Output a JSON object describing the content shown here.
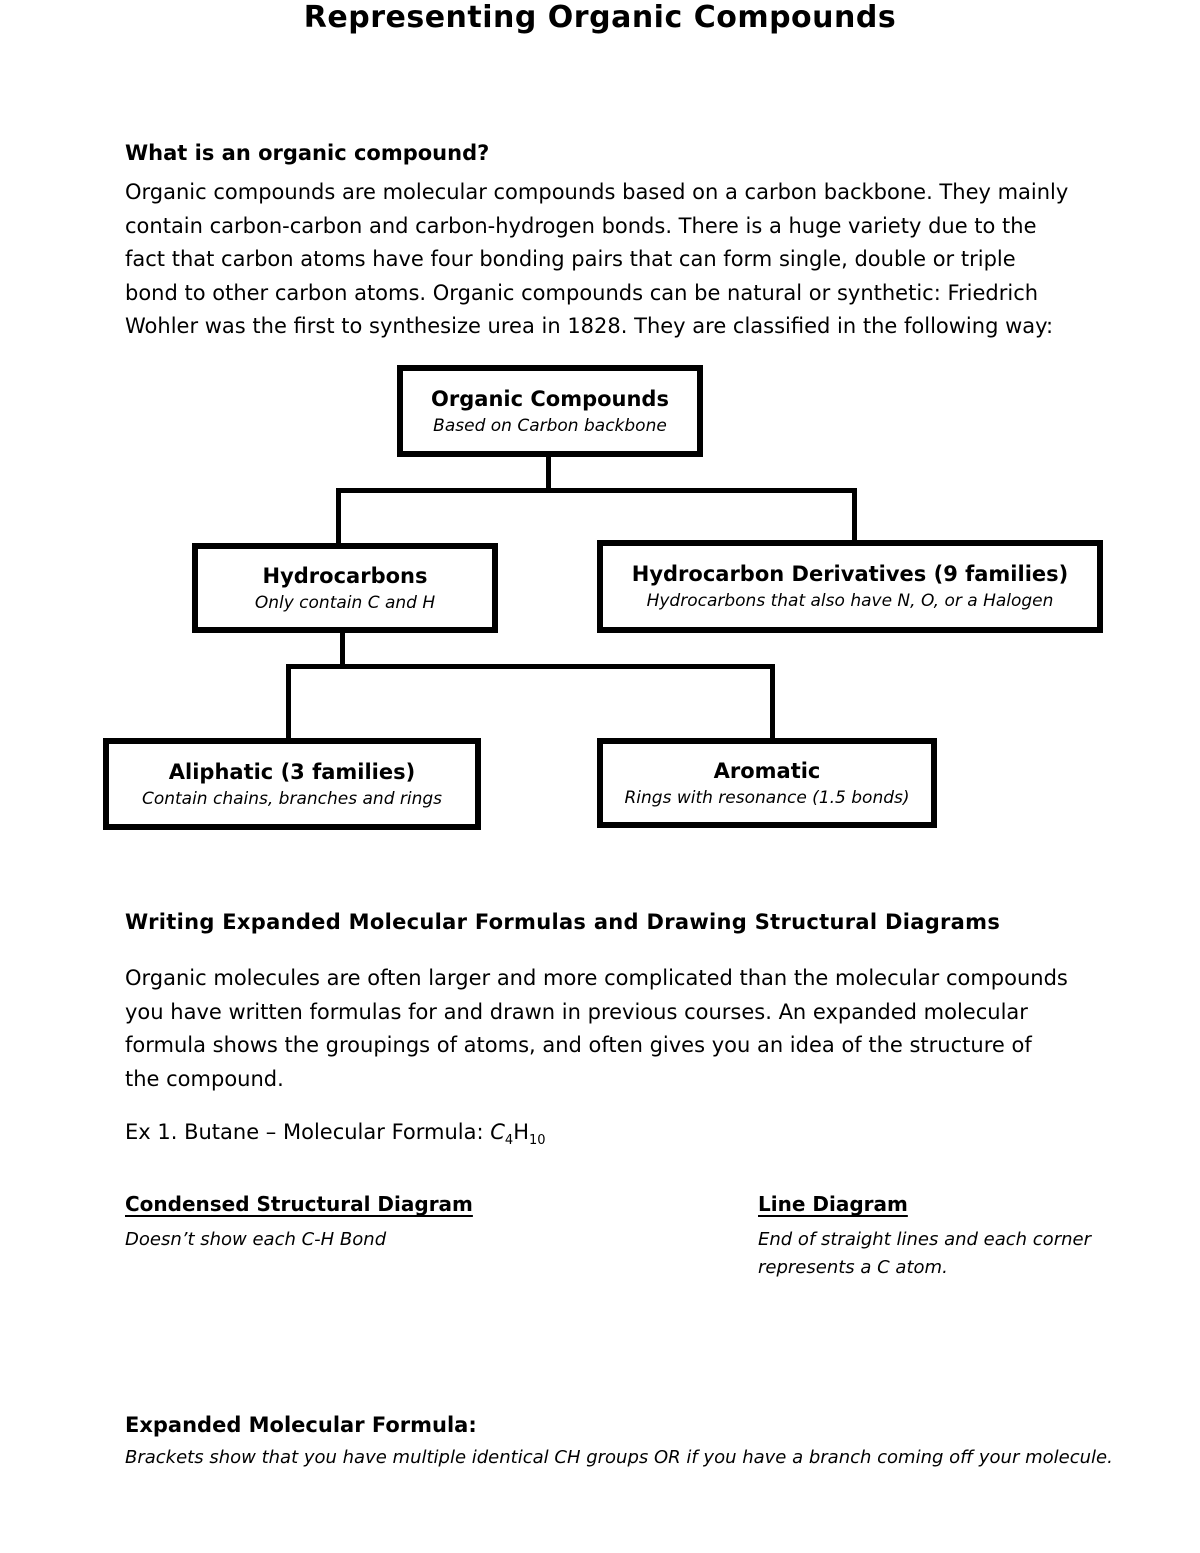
{
  "title": "Representing Organic Compounds",
  "intro": {
    "heading": "What is an organic compound?",
    "body_lines": [
      "Organic compounds are molecular compounds based on a carbon backbone. They mainly",
      "contain carbon-carbon and carbon-hydrogen bonds. There is a huge variety due to the",
      "fact that carbon atoms have four bonding pairs that can form single, double or triple",
      "bond to other carbon atoms. Organic compounds can be natural or synthetic: Friedrich",
      "Wohler was the first to synthesize urea in 1828. They are classified in the following way:"
    ]
  },
  "flowchart": {
    "nodes": [
      {
        "title": "Organic Compounds",
        "subtitle": "Based on Carbon backbone"
      },
      {
        "title": "Hydrocarbons",
        "subtitle": "Only contain C and H"
      },
      {
        "title": "Hydrocarbon Derivatives (9 families)",
        "subtitle": "Hydrocarbons that also have N, O, or a Halogen"
      },
      {
        "title": "Aliphatic (3 families)",
        "subtitle": "Contain chains, branches and rings"
      },
      {
        "title": "Aromatic",
        "subtitle": "Rings with resonance (1.5 bonds)"
      }
    ]
  },
  "section2": {
    "heading": "Writing Expanded Molecular Formulas and Drawing Structural Diagrams",
    "body_lines": [
      "Organic molecules are often larger and more complicated than the molecular compounds",
      "you have written formulas for and drawn in previous courses. An expanded molecular",
      "formula shows the groupings of atoms, and often gives you an idea of the structure of",
      "the compound."
    ],
    "example": {
      "prefix": "Ex 1. Butane – Molecular Formula: ",
      "element1": "C",
      "sub1": "4",
      "element2": "H",
      "sub2": "10"
    }
  },
  "columns": {
    "left": {
      "heading": "Condensed Structural Diagram",
      "note_lines": [
        "Doesn’t show each C-H Bond"
      ]
    },
    "right": {
      "heading": "Line Diagram",
      "note_lines": [
        "End of straight lines and each corner",
        "represents a C atom."
      ]
    }
  },
  "expanded": {
    "heading": "Expanded Molecular Formula:",
    "note": "Brackets show that you have multiple identical CH groups OR if you have a branch coming off your molecule."
  },
  "colors": {
    "text": "#000000",
    "background": "#ffffff",
    "line": "#000000"
  }
}
